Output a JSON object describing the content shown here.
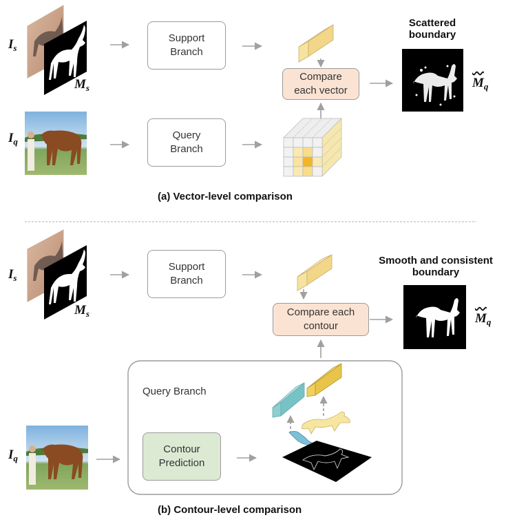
{
  "panel_a": {
    "support_branch": "Support\nBranch",
    "query_branch": "Query\nBranch",
    "compare": "Compare\neach vector",
    "output_title": "Scattered\nboundary",
    "caption": "(a) Vector-level comparison"
  },
  "panel_b": {
    "support_branch": "Support\nBranch",
    "query_branch_title": "Query Branch",
    "contour_prediction": "Contour\nPrediction",
    "compare": "Compare each\ncontour",
    "output_title": "Smooth and consistent\nboundary",
    "caption": "(b) Contour-level comparison"
  },
  "symbols": {
    "support_image": "I",
    "support_image_sub": "s",
    "support_mask": "M",
    "support_mask_sub": "s",
    "query_image": "I",
    "query_image_sub": "q",
    "pred_mask": "M",
    "pred_mask_sub": "q"
  },
  "colors": {
    "compare_fill": "#fbe3d3",
    "contour_fill": "#dcead4",
    "arrow": "#a0a0a0",
    "support_vector": "#f7e3a0",
    "contour_vector_blue": "#8ccfd0",
    "contour_vector_yellow": "#f0d060",
    "feature_highlight": "#f2b428"
  }
}
